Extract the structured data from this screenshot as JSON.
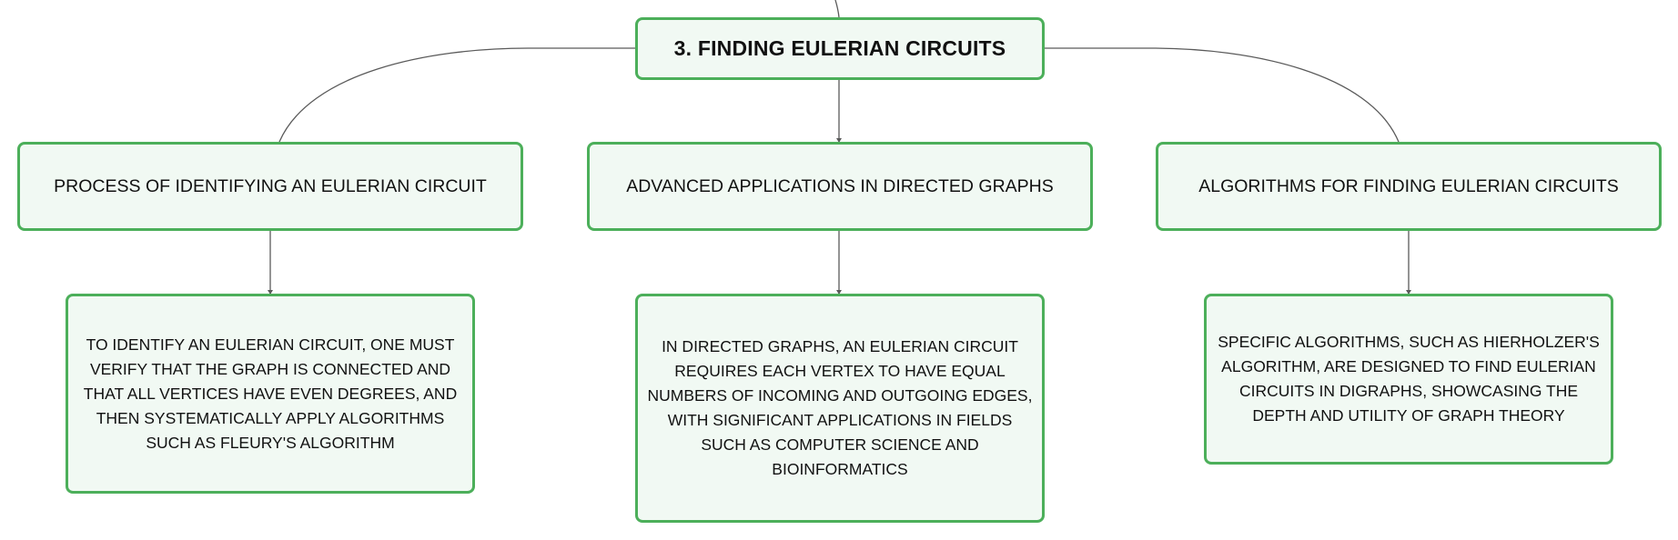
{
  "root": {
    "title": "3. FINDING EULERIAN CIRCUITS"
  },
  "branches": [
    {
      "title": "PROCESS OF IDENTIFYING AN EULERIAN CIRCUIT",
      "detail": "TO IDENTIFY AN EULERIAN CIRCUIT, ONE MUST VERIFY THAT THE GRAPH IS CONNECTED AND THAT ALL VERTICES HAVE EVEN DEGREES, AND THEN SYSTEMATICALLY APPLY ALGORITHMS SUCH AS FLEURY'S ALGORITHM"
    },
    {
      "title": "ADVANCED APPLICATIONS IN DIRECTED GRAPHS",
      "detail": "IN DIRECTED GRAPHS, AN EULERIAN CIRCUIT REQUIRES EACH VERTEX TO HAVE EQUAL NUMBERS OF INCOMING AND OUTGOING EDGES, WITH SIGNIFICANT APPLICATIONS IN FIELDS SUCH AS COMPUTER SCIENCE AND BIOINFORMATICS"
    },
    {
      "title": "ALGORITHMS FOR FINDING EULERIAN CIRCUITS",
      "detail": "SPECIFIC ALGORITHMS, SUCH AS HIERHOLZER'S ALGORITHM, ARE DESIGNED TO FIND EULERIAN CIRCUITS IN DIGRAPHS, SHOWCASING THE DEPTH AND UTILITY OF GRAPH THEORY"
    }
  ],
  "colors": {
    "node_border": "#4caf5a",
    "node_fill": "#f1f9f3",
    "connector": "#555555",
    "text": "#111111"
  }
}
